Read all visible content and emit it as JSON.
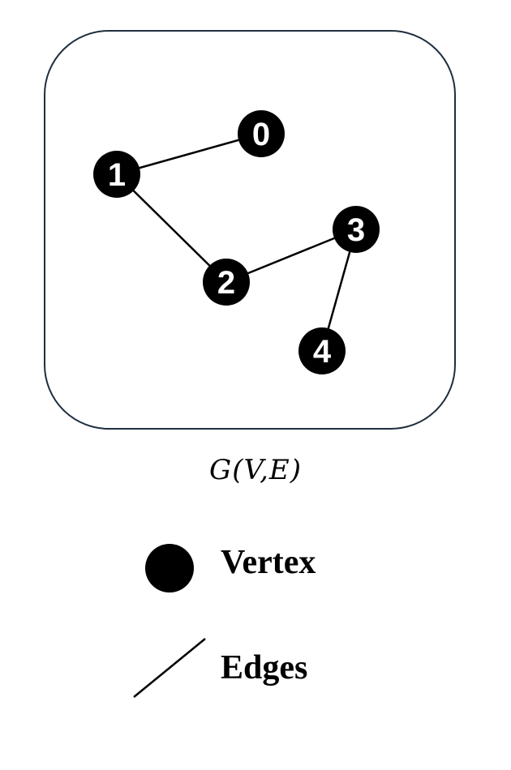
{
  "graph": {
    "caption": "G(V,E)",
    "vertices": [
      {
        "id": "0",
        "label": "0"
      },
      {
        "id": "1",
        "label": "1"
      },
      {
        "id": "2",
        "label": "2"
      },
      {
        "id": "3",
        "label": "3"
      },
      {
        "id": "4",
        "label": "4"
      }
    ],
    "edges": [
      [
        "1",
        "0"
      ],
      [
        "1",
        "2"
      ],
      [
        "2",
        "3"
      ],
      [
        "3",
        "4"
      ]
    ],
    "vertex_color": "#000000",
    "label_color": "#ffffff",
    "frame_color": "#1f2f3f"
  },
  "legend": {
    "vertex_label": "Vertex",
    "edge_label": "Edges"
  }
}
